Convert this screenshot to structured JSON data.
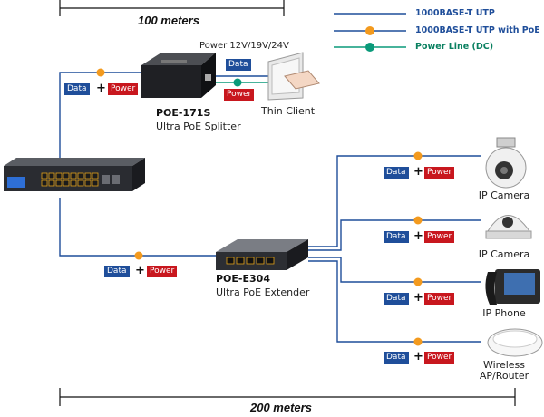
{
  "distances": {
    "top": "100 meters",
    "bottom": "200 meters"
  },
  "legend": [
    {
      "label": "1000BASE-T UTP",
      "line_color": "#1f4e9a",
      "marker": ""
    },
    {
      "label": "1000BASE-T UTP with PoE",
      "line_color": "#1f4e9a",
      "marker": "PoE"
    },
    {
      "label": "Power Line (DC)",
      "line_color": "#0a9a7a",
      "marker": "DC"
    }
  ],
  "splitter": {
    "name": "POE-171S",
    "desc": "Ultra PoE Splitter",
    "power_note": "Power 12V/19V/24V"
  },
  "extender": {
    "name": "POE-E304",
    "desc": "Ultra PoE Extender"
  },
  "thin_client": {
    "label": "Thin Client"
  },
  "badges": {
    "data": "Data",
    "power": "Power",
    "plus": "+"
  },
  "endpoints": [
    {
      "label": "IP Camera",
      "icon": "dome-camera-icon"
    },
    {
      "label": "IP Camera",
      "icon": "fixed-dome-camera-icon"
    },
    {
      "label": "IP Phone",
      "icon": "ip-phone-icon"
    },
    {
      "label": "Wireless\nAP/Router",
      "line1": "Wireless",
      "line2": "AP/Router",
      "icon": "access-point-icon"
    }
  ],
  "colors": {
    "utp": "#1f4e9a",
    "poe_marker": "#f39a1e",
    "dc_line": "#0a9a7a",
    "data_badge": "#1f4e9a",
    "power_badge": "#c8171e"
  }
}
